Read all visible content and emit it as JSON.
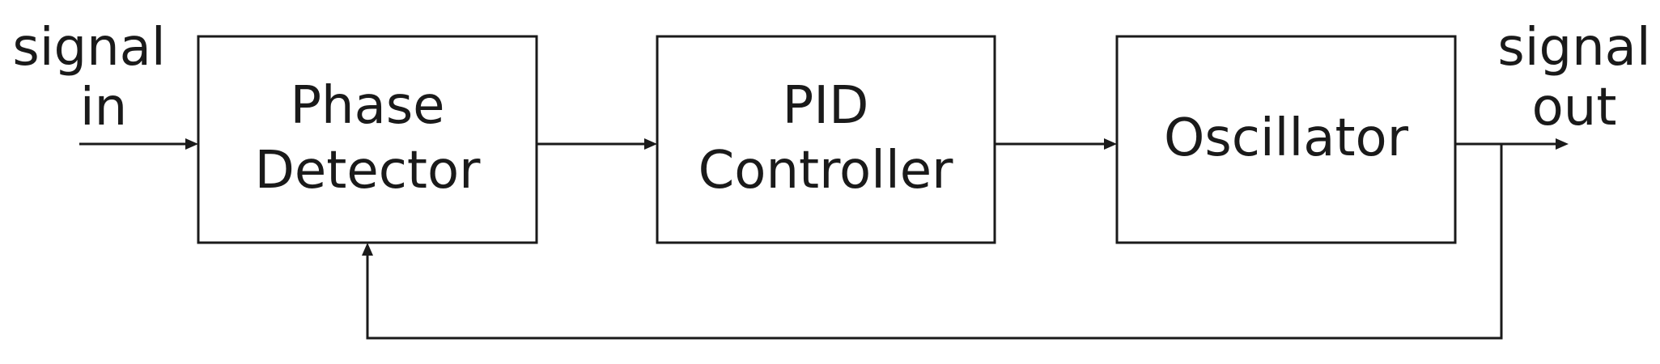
{
  "input_label": {
    "line1": "signal",
    "line2": "in"
  },
  "output_label": {
    "line1": "signal",
    "line2": "out"
  },
  "blocks": {
    "phase_detector": {
      "line1": "Phase",
      "line2": "Detector"
    },
    "pid_controller": {
      "line1": "PID",
      "line2": "Controller"
    },
    "oscillator": {
      "line1": "Oscillator"
    }
  },
  "colors": {
    "stroke": "#1a1a1a",
    "background": "#ffffff"
  }
}
